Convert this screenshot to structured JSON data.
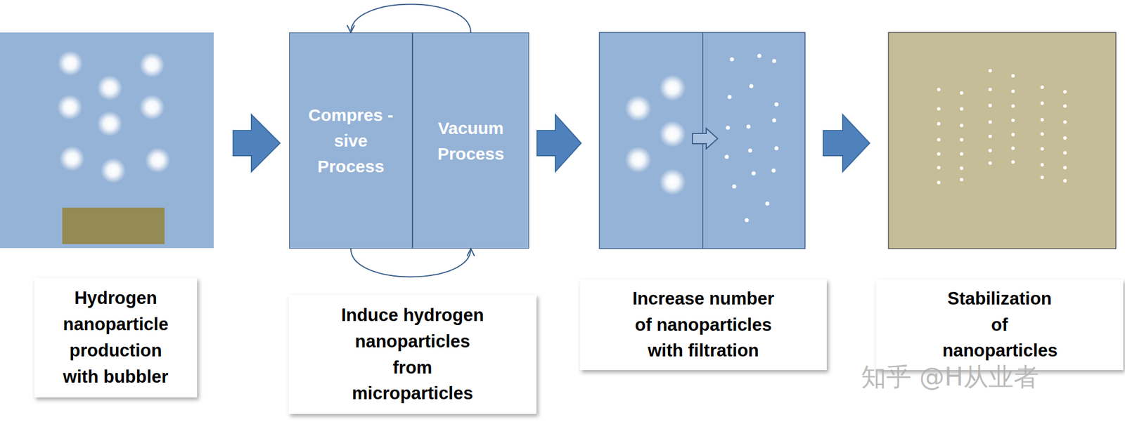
{
  "diagram": {
    "nodes": [
      {
        "text": [
          "Compres -sive Process"
        ]
      },
      {
        "text": [
          "Vacuum Process"
        ]
      },
      {
        "text": [
          "Hydrogen nanoparticle production with bubbler"
        ]
      },
      {
        "text": [
          "Induce hydrogen nanoparticles from microparticles"
        ]
      },
      {
        "text": [
          "Increase number of nanoparticles with filtration"
        ]
      },
      {
        "text": [
          "Stabilization of nanoparticles"
        ]
      }
    ],
    "edges": [
      {
        "from": 1,
        "to": 0,
        "arrow": "to"
      },
      {
        "from": 0,
        "to": 1,
        "arrow": "to"
      }
    ],
    "labels": [
      "知乎 @H从业者"
    ]
  }
}
